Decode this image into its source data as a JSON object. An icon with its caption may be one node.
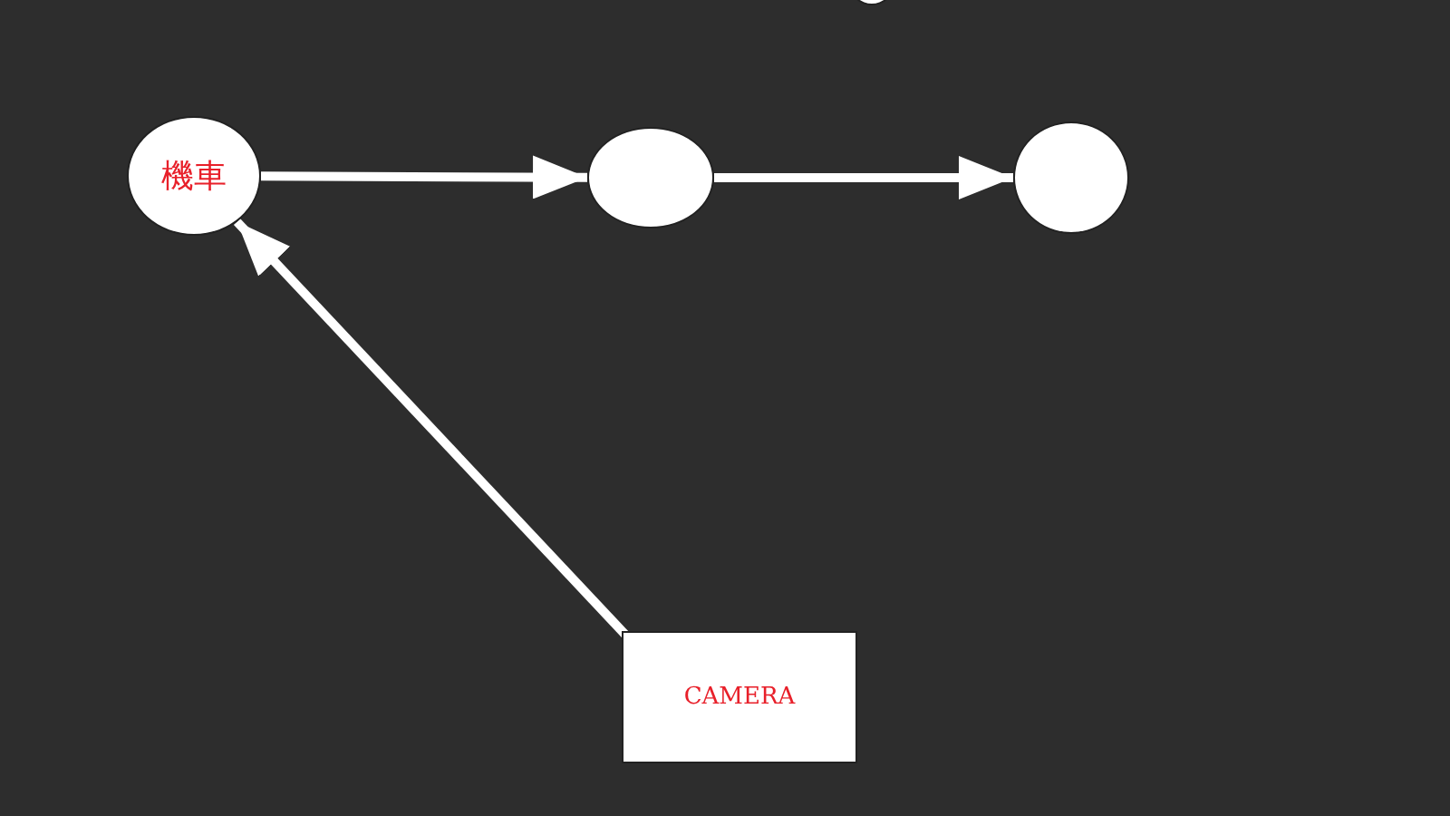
{
  "diagram": {
    "nodes": [
      {
        "text": [],
        "shape": "circle"
      },
      {
        "text": [
          "機車"
        ]
      },
      {
        "text": [],
        "shape": "circle"
      },
      {
        "text": [],
        "shape": "circle"
      },
      {
        "text": [
          "CAMERA"
        ]
      }
    ],
    "edges": [
      {
        "from": 1,
        "to": 2,
        "arrow": "to"
      },
      {
        "from": 2,
        "to": 3,
        "arrow": "to"
      },
      {
        "from": 4,
        "to": 1,
        "arrow": "to"
      }
    ]
  }
}
